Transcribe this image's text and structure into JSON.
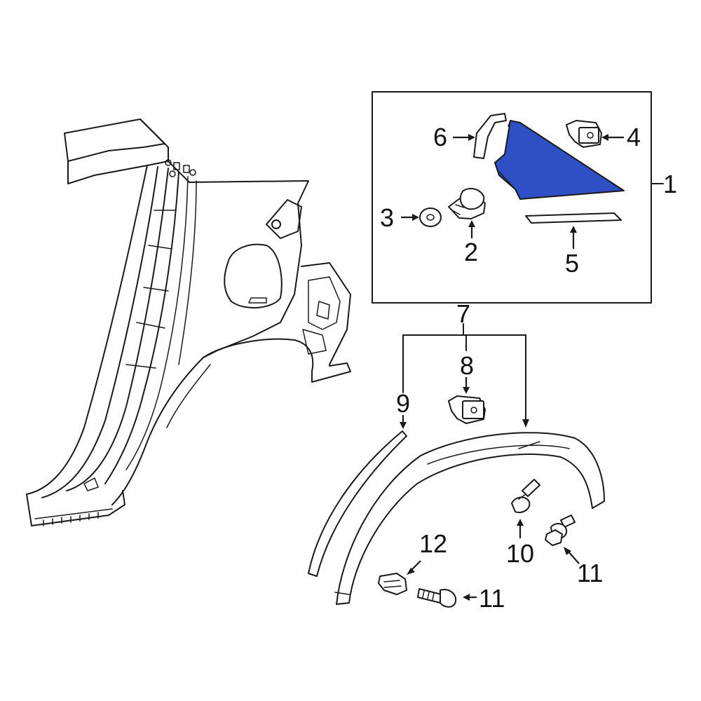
{
  "highlight_color": "#2f4fc4",
  "callouts": {
    "c1": "1",
    "c2": "2",
    "c3": "3",
    "c4": "4",
    "c5": "5",
    "c6": "6",
    "c7": "7",
    "c8": "8",
    "c9": "9",
    "c10": "10",
    "c11a": "11",
    "c11b": "11",
    "c12": "12"
  }
}
